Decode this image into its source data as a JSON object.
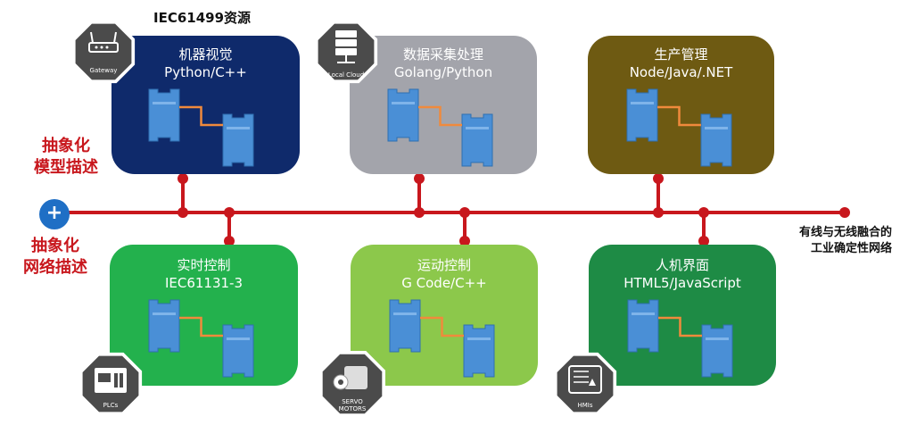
{
  "title": "IEC61499资源",
  "left_labels": {
    "abstract_model": [
      "抽象化",
      "模型描述"
    ],
    "abstract_network": [
      "抽象化",
      "网络描述"
    ]
  },
  "plus_symbol": "+",
  "right_note": [
    "有线与无线融合的",
    "工业确定性网络"
  ],
  "boxes": {
    "vision": {
      "line1": "机器视觉",
      "line2": "Python/C++",
      "color": "#0f2a6b"
    },
    "data": {
      "line1": "数据采集处理",
      "line2": "Golang/Python",
      "color": "#a3a4ab"
    },
    "prod": {
      "line1": "生产管理",
      "line2": "Node/Java/.NET",
      "color": "#6e5a12"
    },
    "realtime": {
      "line1": "实时控制",
      "line2": "IEC61131-3",
      "color": "#23b14d"
    },
    "motion": {
      "line1": "运动控制",
      "line2": "G Code/C++",
      "color": "#8cc84b"
    },
    "hmi": {
      "line1": "人机界面",
      "line2": "HTML5/JavaScript",
      "color": "#1e8b45"
    }
  },
  "badges": {
    "gateway": "Gateway",
    "cloud": "Local Cloud",
    "plc": "PLCs",
    "servo": [
      "SERVO",
      "MOTORS"
    ],
    "hmi": "HMIs"
  },
  "colors": {
    "bus": "#c8171d",
    "block": "#4a8fd6",
    "link": "#f08a3c",
    "badge": "#4b4b4b",
    "plus_circle": "#1f6fc5"
  }
}
